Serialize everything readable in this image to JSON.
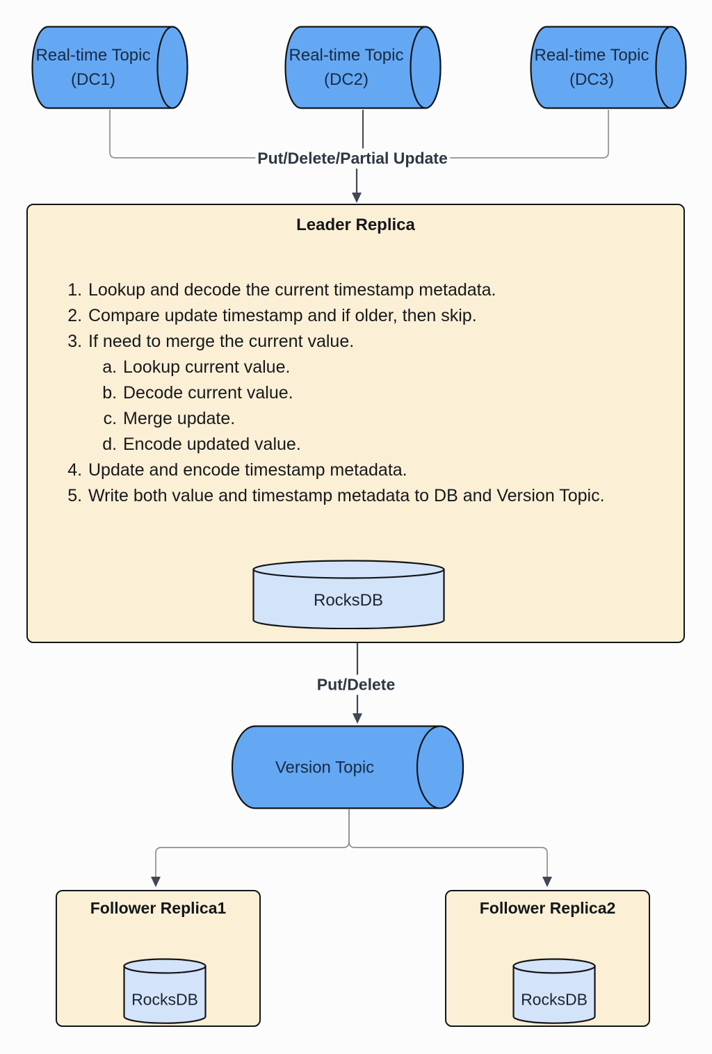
{
  "diagram": {
    "topics": [
      {
        "line1": "Real-time Topic",
        "line2": "(DC1)"
      },
      {
        "line1": "Real-time Topic",
        "line2": "(DC2)"
      },
      {
        "line1": "Real-time Topic",
        "line2": "(DC3)"
      }
    ],
    "edge_labels": {
      "ingest": "Put/Delete/Partial Update",
      "to_version_topic": "Put/Delete"
    },
    "leader": {
      "title": "Leader Replica",
      "steps": [
        "Lookup and decode the current timestamp metadata.",
        "Compare update timestamp and if older, then skip.",
        "If need to merge the current value.",
        "Update and encode timestamp metadata.",
        "Write both value and timestamp metadata to DB and Version Topic."
      ],
      "substeps": [
        "Lookup current value.",
        "Decode current value.",
        "Merge update.",
        "Encode updated value."
      ],
      "db": "RocksDB"
    },
    "version_topic": {
      "label": "Version Topic"
    },
    "followers": [
      {
        "title": "Follower Replica1",
        "db": "RocksDB"
      },
      {
        "title": "Follower Replica2",
        "db": "RocksDB"
      }
    ],
    "colors": {
      "topic_blue": "#64a8f4",
      "db_light_blue": "#d3e3f9",
      "box_cream": "#fbf0d5",
      "outline": "#131416",
      "connector_gray": "#8c9096",
      "arrow_dark": "#3f4854",
      "background": "#fcfcfc"
    }
  }
}
